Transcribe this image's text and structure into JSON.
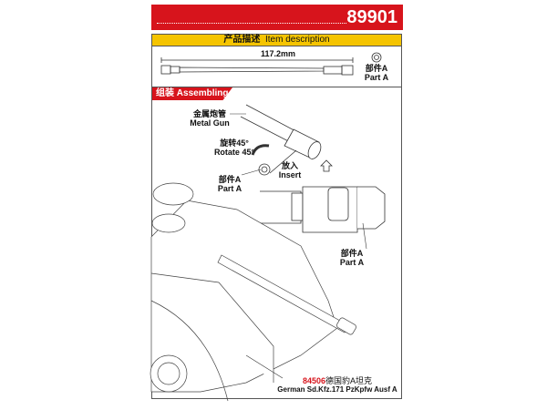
{
  "header": {
    "code": "89901"
  },
  "description_bar": {
    "cn": "产品描述",
    "en": "Item description"
  },
  "item": {
    "length": "117.2mm",
    "part_cn": "部件A",
    "part_en": "Part A"
  },
  "assembling": {
    "cn": "组装",
    "en": "Assembling"
  },
  "labels": {
    "metal_gun_cn": "金属炮管",
    "metal_gun_en": "Metal Gun",
    "rotate_cn": "旋转45°",
    "rotate_en": "Rotate 45°",
    "part_a_cn": "部件A",
    "part_a_en": "Part A",
    "insert_cn": "放入",
    "insert_en": "Insert",
    "part_a2_cn": "部件A",
    "part_a2_en": "Part A"
  },
  "kit": {
    "number": "84506",
    "name_cn": "德国豹A坦克",
    "name_en": "German Sd.Kfz.171 PzKpfw Ausf A"
  }
}
